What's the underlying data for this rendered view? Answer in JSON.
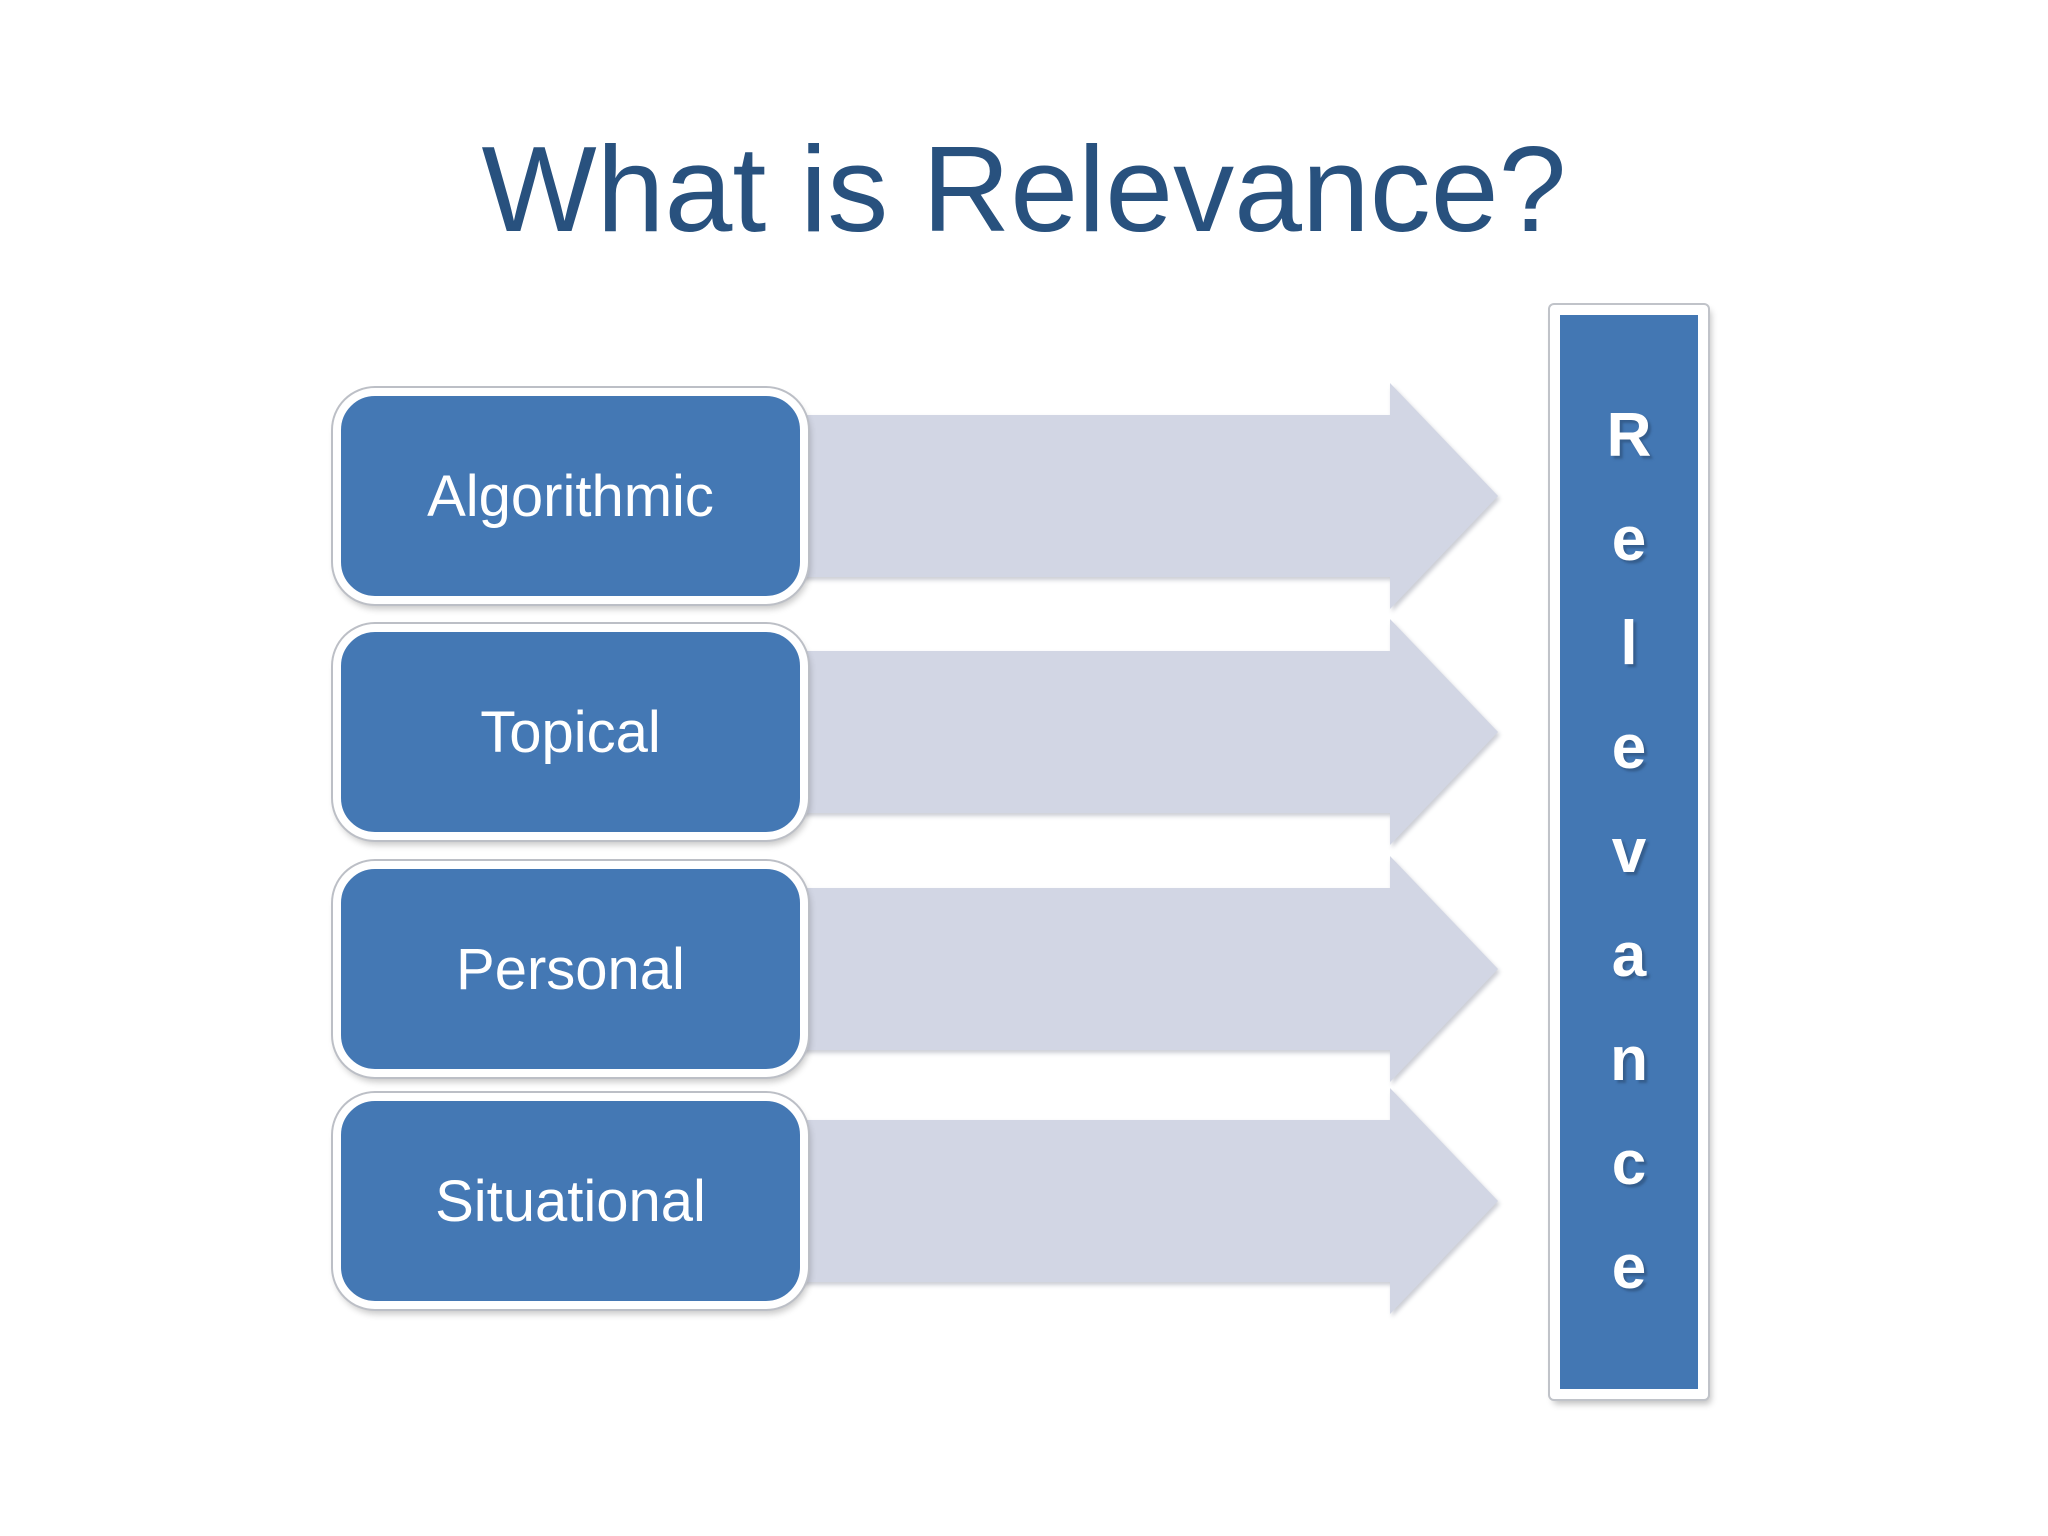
{
  "slide": {
    "title": "What is Relevance?",
    "relevance_types": [
      {
        "label": "Algorithmic"
      },
      {
        "label": "Topical"
      },
      {
        "label": "Personal"
      },
      {
        "label": "Situational"
      }
    ],
    "result_bar": {
      "word": "Relevance",
      "letters": [
        "R",
        "e",
        "l",
        "e",
        "v",
        "a",
        "n",
        "c",
        "e"
      ]
    },
    "colors": {
      "title_text": "#28517E",
      "box_fill": "#4478B4",
      "box_text": "#FFFFFF",
      "arrow_fill": "#D2D6E4",
      "bar_fill": "#4377B3",
      "bar_text": "#FFFFFF"
    }
  }
}
